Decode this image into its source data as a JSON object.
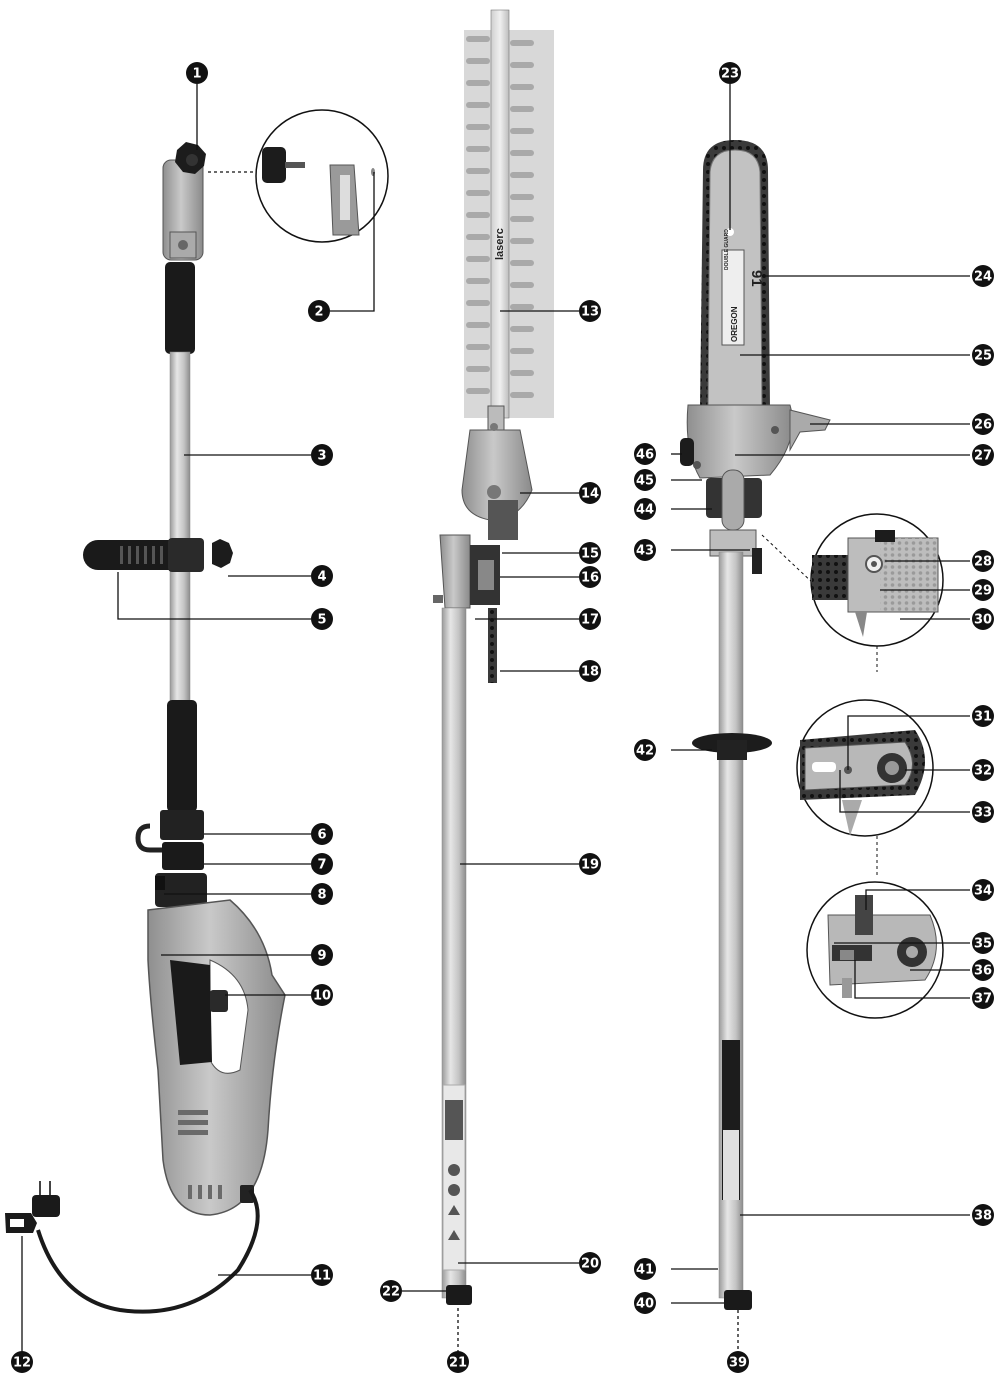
{
  "diagram": {
    "tool_left": "pole-shaft-with-motor-unit",
    "tool_middle": "hedge-trimmer-attachment",
    "tool_right": "pole-saw-attachment",
    "blade_brand": "laserc",
    "bar_brand": "OREGON",
    "bar_model": "91",
    "bar_badge": "DOUBLE GUARD",
    "colors": {
      "callout_fill": "#111111",
      "callout_text": "#ffffff",
      "leader": "#111111",
      "housing": "#b8b8b8",
      "pole": "#cfcfcf",
      "grip": "#1a1a1a"
    }
  },
  "callouts": [
    {
      "n": "1"
    },
    {
      "n": "2"
    },
    {
      "n": "3"
    },
    {
      "n": "4"
    },
    {
      "n": "5"
    },
    {
      "n": "6"
    },
    {
      "n": "7"
    },
    {
      "n": "8"
    },
    {
      "n": "9"
    },
    {
      "n": "10"
    },
    {
      "n": "11"
    },
    {
      "n": "12"
    },
    {
      "n": "13"
    },
    {
      "n": "14"
    },
    {
      "n": "15"
    },
    {
      "n": "16"
    },
    {
      "n": "17"
    },
    {
      "n": "18"
    },
    {
      "n": "19"
    },
    {
      "n": "20"
    },
    {
      "n": "21"
    },
    {
      "n": "22"
    },
    {
      "n": "23"
    },
    {
      "n": "24"
    },
    {
      "n": "25"
    },
    {
      "n": "26"
    },
    {
      "n": "27"
    },
    {
      "n": "28"
    },
    {
      "n": "29"
    },
    {
      "n": "30"
    },
    {
      "n": "31"
    },
    {
      "n": "32"
    },
    {
      "n": "33"
    },
    {
      "n": "34"
    },
    {
      "n": "35"
    },
    {
      "n": "36"
    },
    {
      "n": "37"
    },
    {
      "n": "38"
    },
    {
      "n": "39"
    },
    {
      "n": "40"
    },
    {
      "n": "41"
    },
    {
      "n": "42"
    },
    {
      "n": "43"
    },
    {
      "n": "44"
    },
    {
      "n": "45"
    },
    {
      "n": "46"
    }
  ]
}
